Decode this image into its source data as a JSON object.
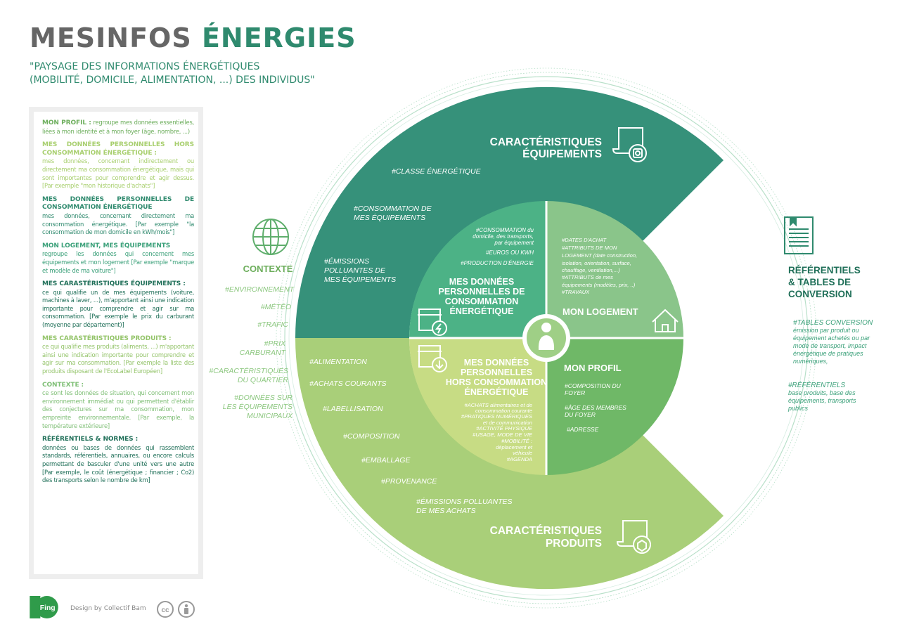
{
  "header": {
    "title_main": "MESINFOS",
    "title_accent": "ÉNERGIES",
    "subtitle_line1": "\"PAYSAGE DES INFORMATIONS ÉNERGÉTIQUES",
    "subtitle_line2": "(MOBILITÉ, DOMICILE, ALIMENTATION, ...) DES INDIVIDUS\""
  },
  "legend": [
    {
      "head": "MON PROFIL :",
      "body": "regroupe mes données essentielles, liées à mon identité et à mon foyer (âge, nombre, ...)",
      "color": "profil"
    },
    {
      "head": "MES DONNÉES PERSONNELLES HORS CONSOMMATION ÉNERGÉTIQUE :",
      "body": "mes données, concernant indirectement ou directement ma consommation énergétique, mais qui sont importantes pour comprendre et agir dessus. [Par exemple \"mon historique d'achats\"]",
      "color": "hors"
    },
    {
      "head": "MES DONNÉES PERSONNELLES DE CONSOMMATION ÉNERGÉTIQUE",
      "body": "mes données, concernant directement ma consommation énergétique. [Par exemple \"la consommation de mon domicile en kWh/mois\"]",
      "color": "conso"
    },
    {
      "head": "MON LOGEMENT, MES ÉQUIPEMENTS",
      "body": "regroupe les données qui concernent mes équipements et mon logement [Par exemple \"marque et modèle de ma voiture\"]",
      "color": "logement"
    },
    {
      "head": "MES CARASTÉRISTIQUES ÉQUIPEMENTS :",
      "body": "ce qui qualifie un de mes équipements (voiture, machines à laver, ...), m'apportant ainsi une indication importante pour comprendre et agir sur ma consommation. [Par exemple le prix du carburant (moyenne par département)]",
      "color": "equip"
    },
    {
      "head": "MES CARASTÉRISTIQUES PRODUITS :",
      "body": "ce qui qualifie mes produits (aliments, ...) m'apportant ainsi une indication importante pour comprendre et agir sur ma consommation. [Par exemple la liste des produits disposant de l'EcoLabel Européen]",
      "color": "prod"
    },
    {
      "head": "CONTEXTE :",
      "body": "ce sont les données de situation, qui concernent mon environnement immédiat ou qui permettent d'établir des conjectures sur ma consommation, mon empreinte environnementale. [Par exemple, la température extérieure]",
      "color": "contexte"
    },
    {
      "head": "RÉFÉRENTIELS & NORMES :",
      "body": "données ou bases de données qui rassemblent standards, référentiels, annuaires, ou encore calculs permettant de basculer d'une unité vers une autre [Par exemple, le coût (énergétique ; financier ; Co2) des transports selon le nombre de km]",
      "color": "ref"
    }
  ],
  "diagram": {
    "equip_title": [
      "CARACTÉRISTIQUES",
      "ÉQUIPEMENTS"
    ],
    "equip_tags": [
      "#CLASSE ÉNERGÉTIQUE",
      "#CONSOMMATION DE",
      "MES ÉQUIPEMENTS",
      "#ÉMISSIONS",
      "POLLUANTES DE",
      "MES ÉQUIPEMENTS"
    ],
    "prod_title": [
      "CARACTÉRISTIQUES",
      "PRODUITS"
    ],
    "prod_tags": [
      "#ALIMENTATION",
      "#ACHATS COURANTS",
      "#LABELLISATION",
      "#COMPOSITION",
      "#EMBALLAGE",
      "#PROVENANCE",
      "#ÉMISSIONS POLLUANTES",
      "DE MES ACHATS"
    ],
    "conso_title": [
      "MES DONNÉES",
      "PERSONNELLES DE",
      "CONSOMMATION",
      "ÉNERGÉTIQUE"
    ],
    "conso_tags": [
      "#CONSOMMATION du",
      "domicile, des transports,",
      "par équipement",
      "#EUROS OU KWH",
      "#PRODUCTION D'ÉNERGIE"
    ],
    "logement_title": "MON LOGEMENT",
    "logement_tags": [
      "#DATES D'ACHAT",
      "#ATTRIBUTS DE MON",
      "LOGEMENT (date construction,",
      "isolation, orientation, surface,",
      "chauffage, ventilation,...)",
      "#ATTRIBUTS de mes",
      "équipements (modèles, prix, ..)",
      "#TRAVAUX"
    ],
    "hors_title": [
      "MES DONNÉES",
      "PERSONNELLES",
      "HORS CONSOMMATION",
      "ÉNERGÉTIQUE"
    ],
    "hors_tags": [
      "#ACHATS alimentaires et de",
      "consommation courante",
      "#PRATIQUES NUMÉRIQUES",
      "et de communication",
      "#ACTIVITÉ PHYSIQUE",
      "#USAGE, MODE DE VIE",
      "#MOBILITÉ :",
      "déplacement et",
      "véhicule",
      "#AGENDA"
    ],
    "profil_title": "MON PROFIL",
    "profil_tags": [
      "#COMPOSITION DU",
      "FOYER",
      "#ÂGE DES MEMBRES",
      "DU FOYER",
      "#ADRESSE"
    ],
    "contexte_title": "CONTEXTE",
    "contexte_tags": [
      "#ENVIRONNEMENT",
      "#MÉTÉO",
      "#TRAFIC",
      "#PRIX",
      "CARBURANT",
      "#CARACTÉRISTIQUES",
      "DU QUARTIER",
      "#DONNÉES SUR",
      "LES ÉQUIPEMENTS",
      "MUNICIPAUX"
    ],
    "ref_title": [
      "RÉFÉRENTIELS",
      "& TABLES DE",
      "CONVERSION"
    ],
    "ref_tags": [
      "#TABLES CONVERSION",
      "émission par produit ou",
      "équipement achetés ou par",
      "mode de transport, impact",
      "énergétique de pratiques",
      "numériques,",
      "#RÉFÉRENTIELS",
      "base produits, base des",
      "équipements, transports",
      "publics"
    ]
  },
  "footer": {
    "logo_text": "Fing",
    "credit": "Design by Collectif Bam",
    "cc_text": "cc"
  },
  "colors": {
    "equip": "#36917a",
    "prod": "#a9cf79",
    "conso": "#4cb286",
    "logement": "#8ac58a",
    "hors": "#c7dc84",
    "profil": "#6fb867",
    "ring": "#a6d8bd",
    "title_accent": "#2f8a6e"
  }
}
